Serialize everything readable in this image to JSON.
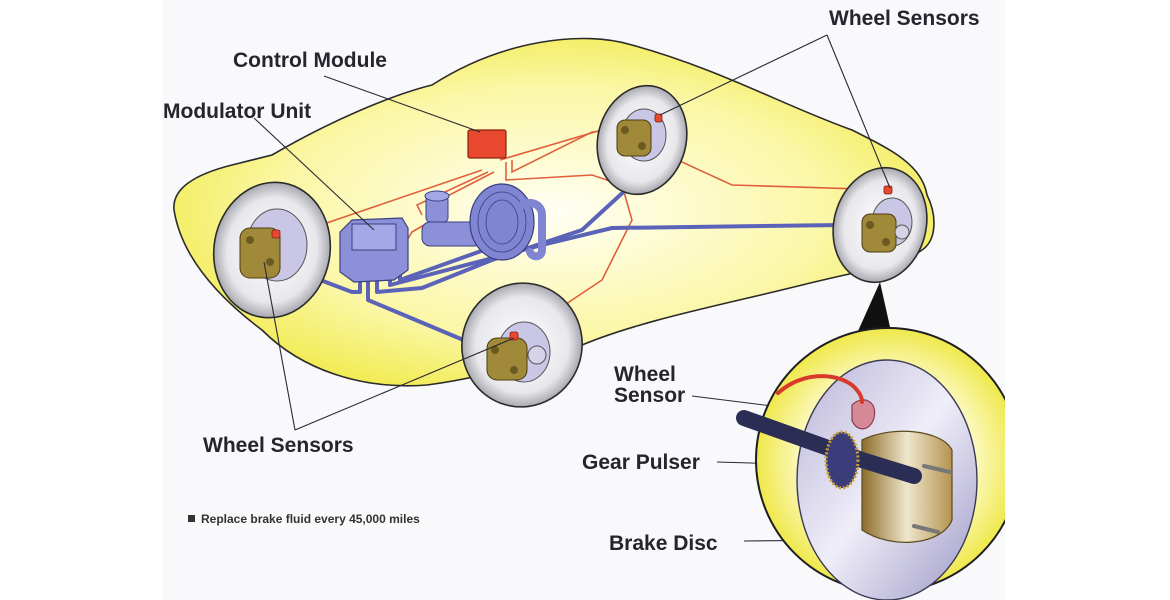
{
  "diagram": {
    "title": "Anti-lock Braking System components",
    "labels": {
      "control_module": "Control Module",
      "modulator_unit": "Modulator Unit",
      "wheel_sensors_top": "Wheel Sensors",
      "wheel_sensors_bottom": "Wheel Sensors",
      "detail_wheel_sensor_line1": "Wheel",
      "detail_wheel_sensor_line2": "Sensor",
      "detail_gear_pulser": "Gear Pulser",
      "detail_brake_disc": "Brake Disc"
    },
    "note": "Replace brake fluid every 45,000 miles",
    "colors": {
      "car_body": "#f4ef5a",
      "control_module": "#e8482e",
      "brake_lines": "#5a63b8",
      "sensor_wires": "#e0603c",
      "caliper": "#a08a3a",
      "tire": "#e6e6ea",
      "leader_lines": "#2a2a30"
    }
  }
}
